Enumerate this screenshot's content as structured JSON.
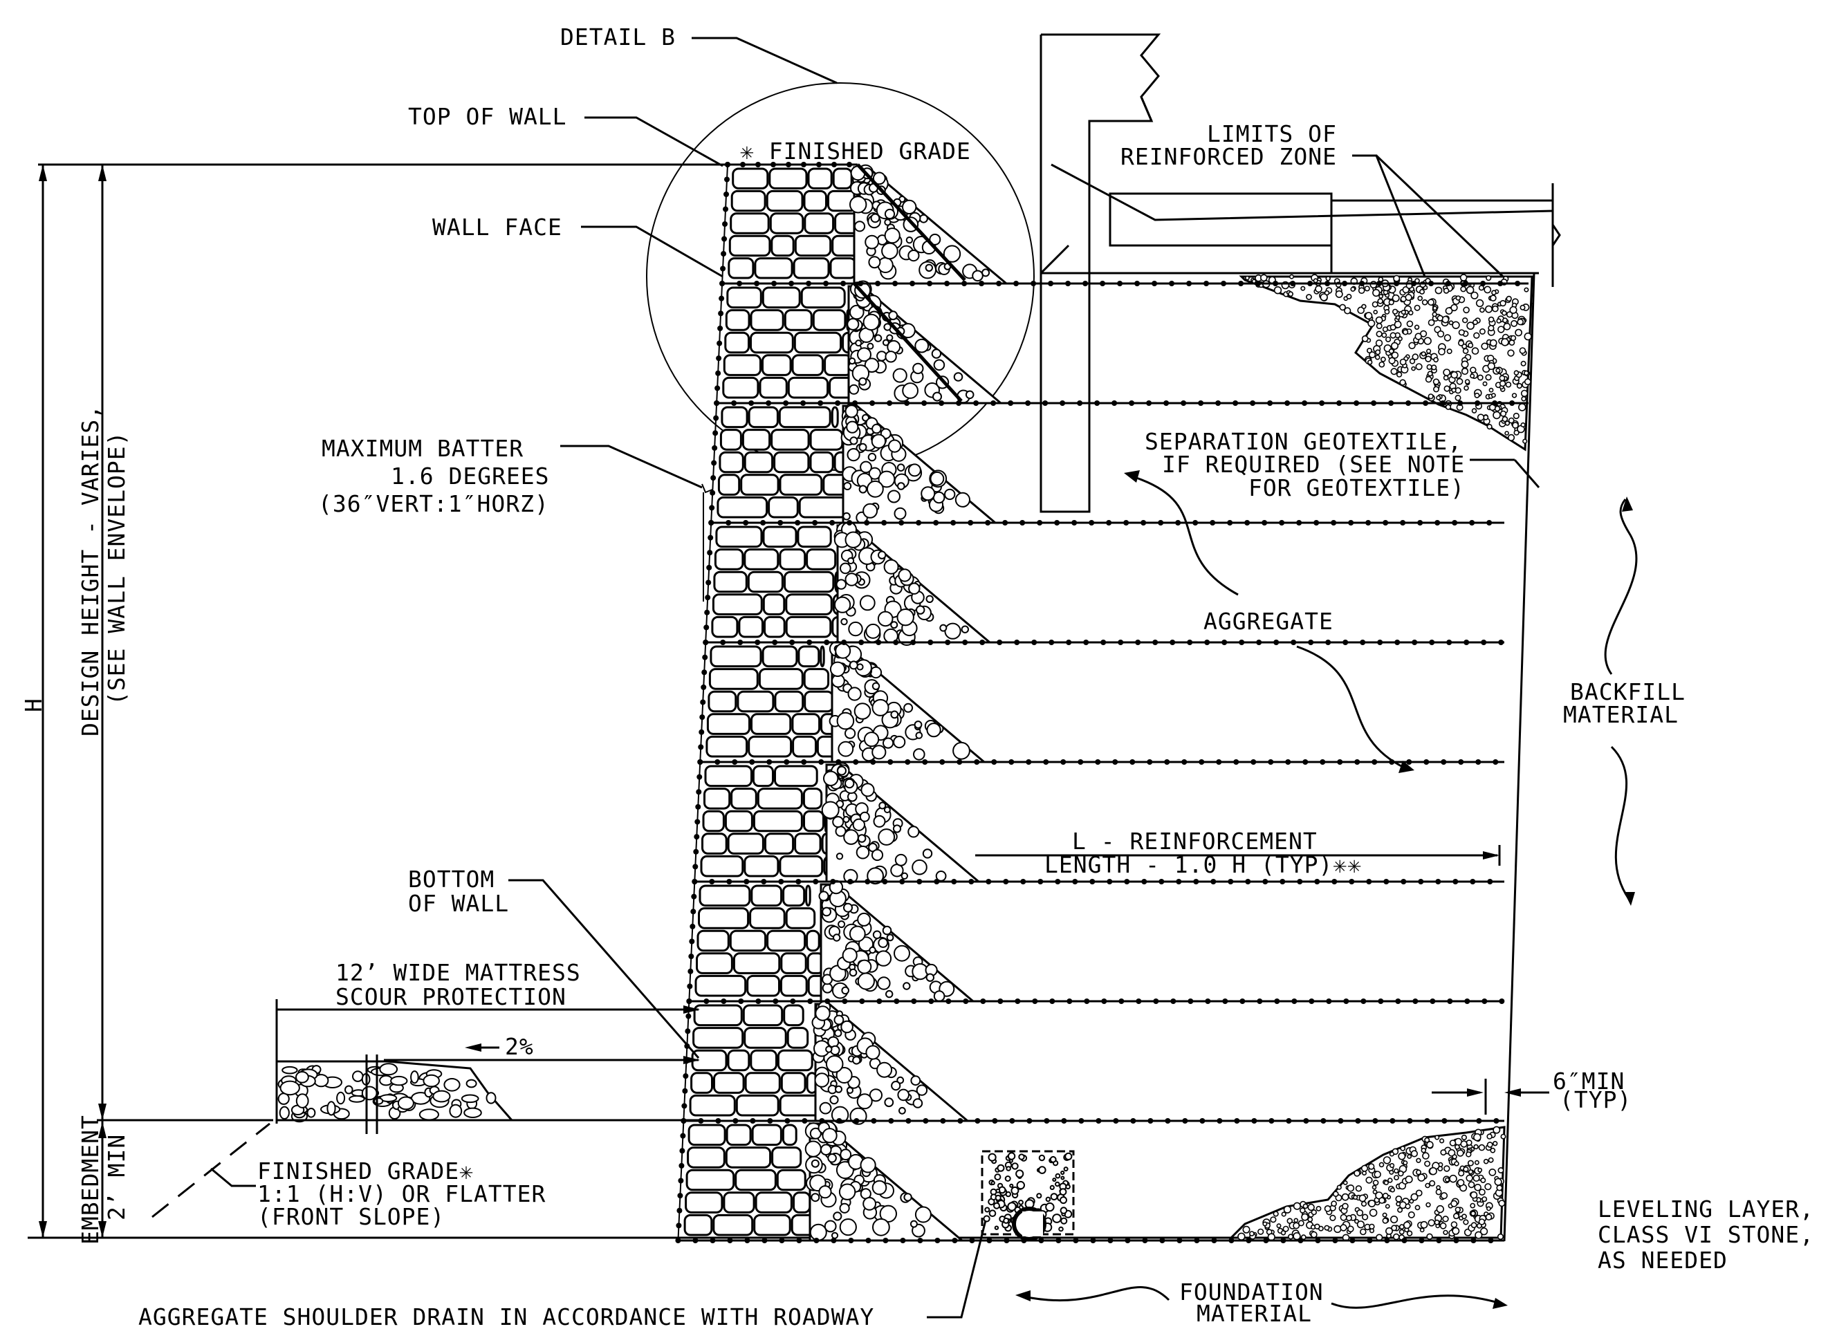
{
  "labels": {
    "detail_b": "DETAIL B",
    "top_of_wall": "TOP OF WALL",
    "finished_grade_top": "FINISHED GRADE",
    "wall_face": "WALL FACE",
    "limits_1": "LIMITS OF",
    "limits_2": "REINFORCED ZONE",
    "max_batter_1": "MAXIMUM BATTER",
    "max_batter_2": "1.6 DEGREES",
    "max_batter_3": "(36″VERT:1″HORZ)",
    "separation_1": "SEPARATION GEOTEXTILE,",
    "separation_2": "IF REQUIRED (SEE NOTE",
    "separation_3": "FOR GEOTEXTILE)",
    "aggregate": "AGGREGATE",
    "backfill_1": "BACKFILL",
    "backfill_2": "MATERIAL",
    "reinf_1": "L - REINFORCEMENT",
    "reinf_2": "LENGTH - 1.0 H (TYP)",
    "bottom_1": "BOTTOM",
    "bottom_2": "OF WALL",
    "mattress_1": "12’ WIDE MATTRESS",
    "mattress_2": "SCOUR PROTECTION",
    "slope_pct": "2%",
    "six_min_1": "6″MIN",
    "six_min_2": "(TYP)",
    "fg_bottom_1": "FINISHED GRADE",
    "fg_bottom_2": "1:1 (H:V) OR FLATTER",
    "fg_bottom_3": "(FRONT SLOPE)",
    "leveling_1": "LEVELING LAYER,",
    "leveling_2": "CLASS VI STONE,",
    "leveling_3": "AS NEEDED",
    "foundation_1": "FOUNDATION",
    "foundation_2": "MATERIAL",
    "shoulder_drain": "AGGREGATE SHOULDER DRAIN IN ACCORDANCE WITH ROADWAY",
    "h_dim": "H",
    "design_height_1": "DESIGN HEIGHT - VARIES,",
    "design_height_2": "(SEE WALL ENVELOPE)",
    "embedment": "EMBEDMENT",
    "two_min": "2’ MIN"
  },
  "reinforcement_layers": 9
}
